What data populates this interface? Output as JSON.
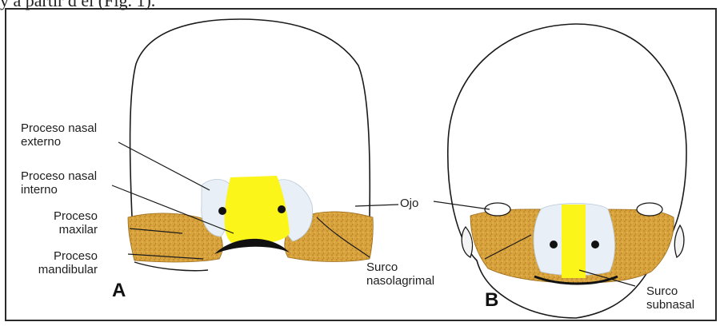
{
  "header_fragment": "y a partir d el (Fig. 1).",
  "panel_a": {
    "letter": "A",
    "labels": {
      "nasal_externo": [
        "Proceso nasal",
        "externo"
      ],
      "nasal_interno": [
        "Proceso nasal",
        "interno"
      ],
      "maxilar": [
        "Proceso",
        "maxilar"
      ],
      "mandibular": [
        "Proceso",
        "mandibular"
      ],
      "surco_nasolagrimal": [
        "Surco",
        "nasolagrimal"
      ]
    }
  },
  "shared_label": "Ojo",
  "panel_b": {
    "letter": "B",
    "labels": {
      "surco_subnasal": [
        "Surco",
        "subnasal"
      ]
    }
  },
  "colors": {
    "outline": "#1a1a1a",
    "maxillary_fill": "#d8a23c",
    "nasal_fill": "#fbf51a",
    "nasal_pale": "#e8eff6",
    "mouth": "#111111"
  }
}
